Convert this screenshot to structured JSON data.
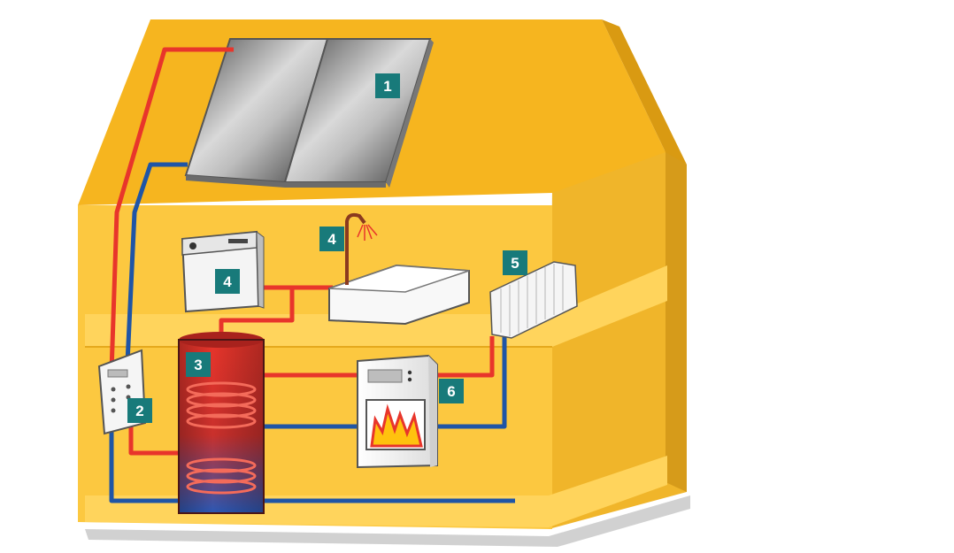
{
  "diagram": {
    "badges": [
      {
        "id": "solar-collector",
        "label": "1"
      },
      {
        "id": "controller",
        "label": "2"
      },
      {
        "id": "storage-tank",
        "label": "3"
      },
      {
        "id": "washing-machine",
        "label": "4"
      },
      {
        "id": "shower",
        "label": "4"
      },
      {
        "id": "radiator",
        "label": "5"
      },
      {
        "id": "boiler",
        "label": "6"
      }
    ],
    "colors": {
      "house_front": "#ffd45c",
      "house_wall": "#fcc840",
      "roof": "#f6b51f",
      "side": "#f0b52a",
      "hot_pipe": "#e8352b",
      "cold_pipe": "#1f55a6",
      "badge": "#187a7a",
      "badge_text": "#ffffff",
      "flame": "#ffc20e"
    }
  }
}
